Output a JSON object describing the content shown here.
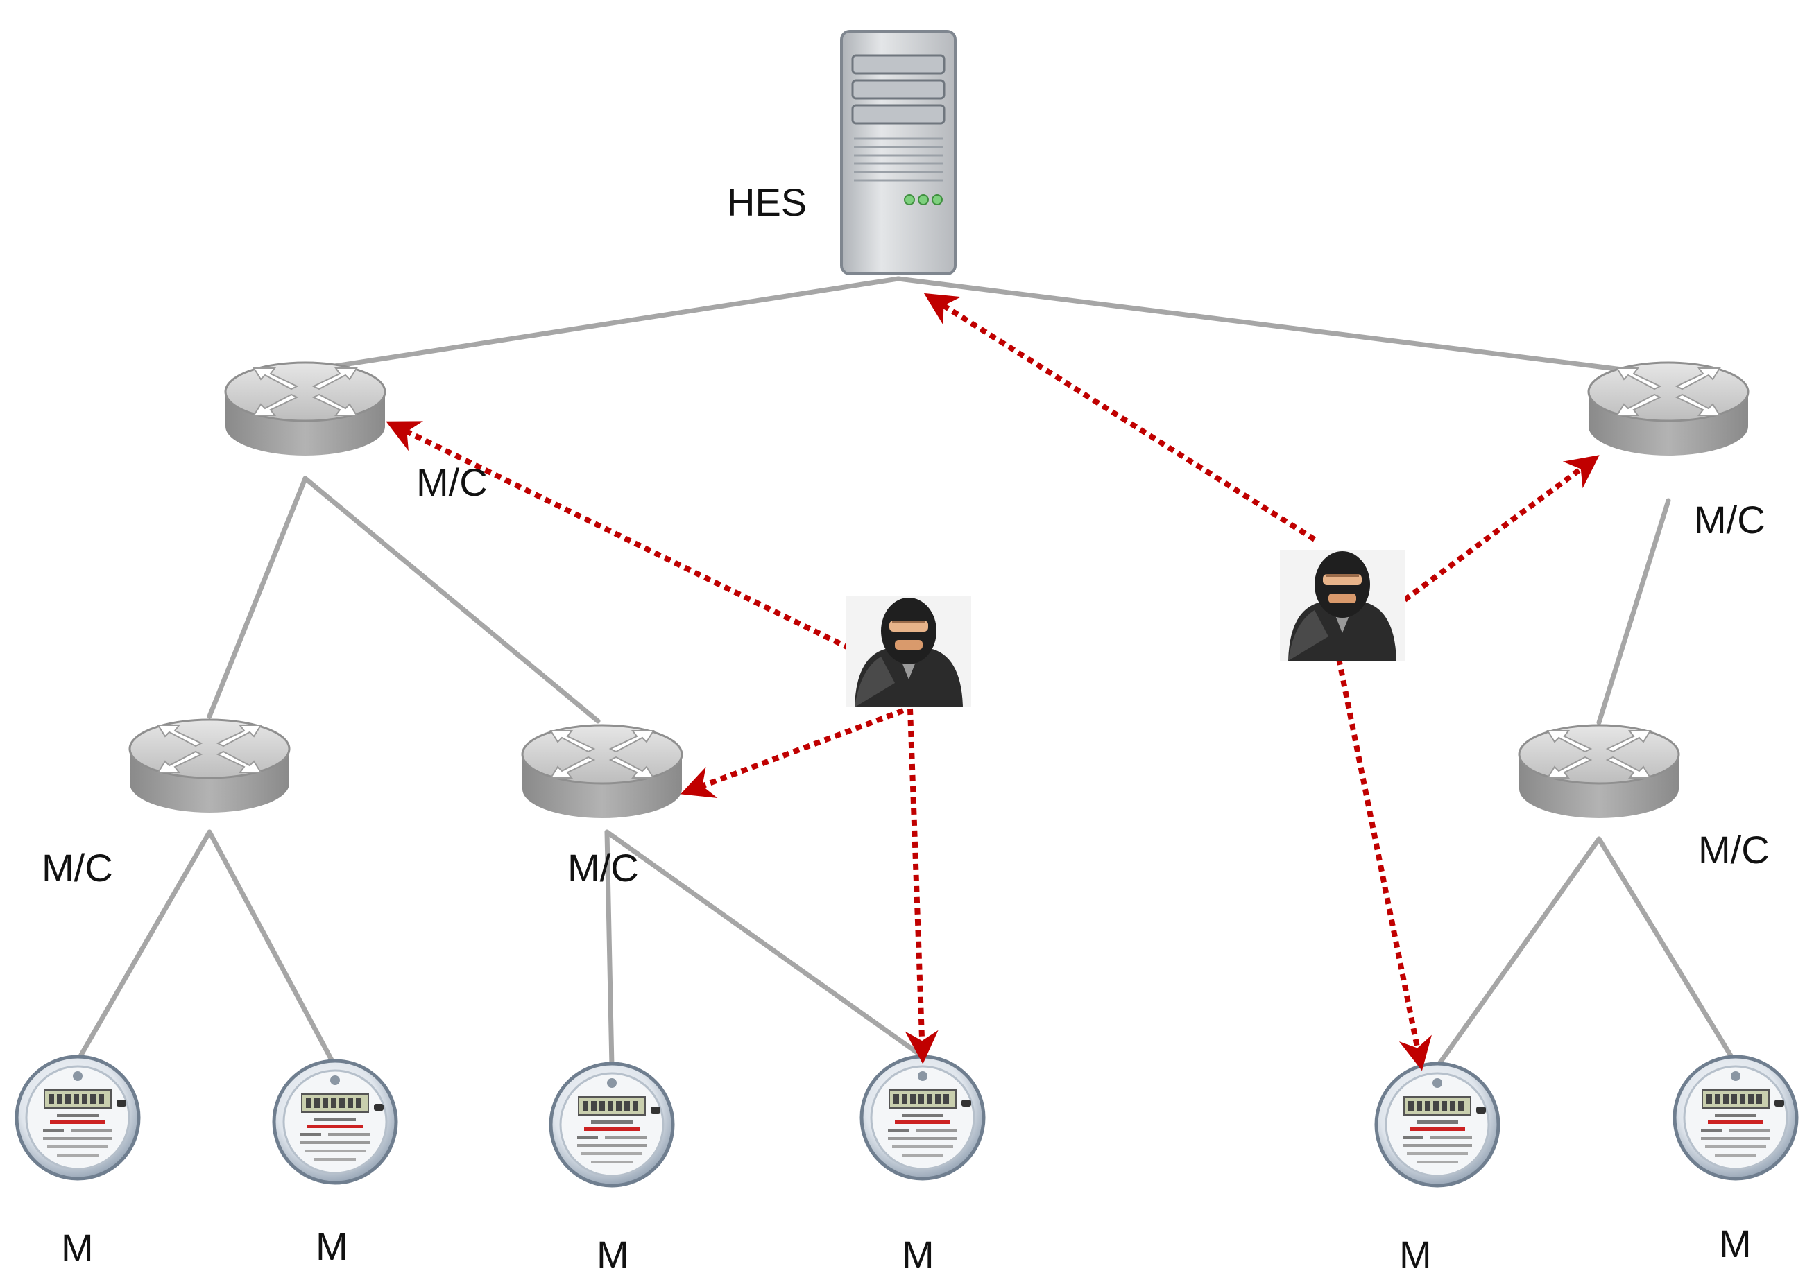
{
  "labels": {
    "hes": "HES",
    "mc1": "M/C",
    "mc2": "M/C",
    "mc3": "M/C",
    "mc4": "M/C",
    "mc5": "M/C",
    "m1": "M",
    "m2": "M",
    "m3": "M",
    "m4": "M",
    "m5": "M",
    "m6": "M"
  },
  "icons": {
    "server": "server-icon",
    "router": "router-icon",
    "meter": "smart-meter-icon",
    "attacker": "hacker-icon"
  },
  "colors": {
    "link": "#a6a6a6",
    "attack": "#c00000",
    "router_body": "#9e9e9e",
    "router_top": "#d9d9d9",
    "server": "#d3d5d8",
    "background": "#ffffff"
  }
}
